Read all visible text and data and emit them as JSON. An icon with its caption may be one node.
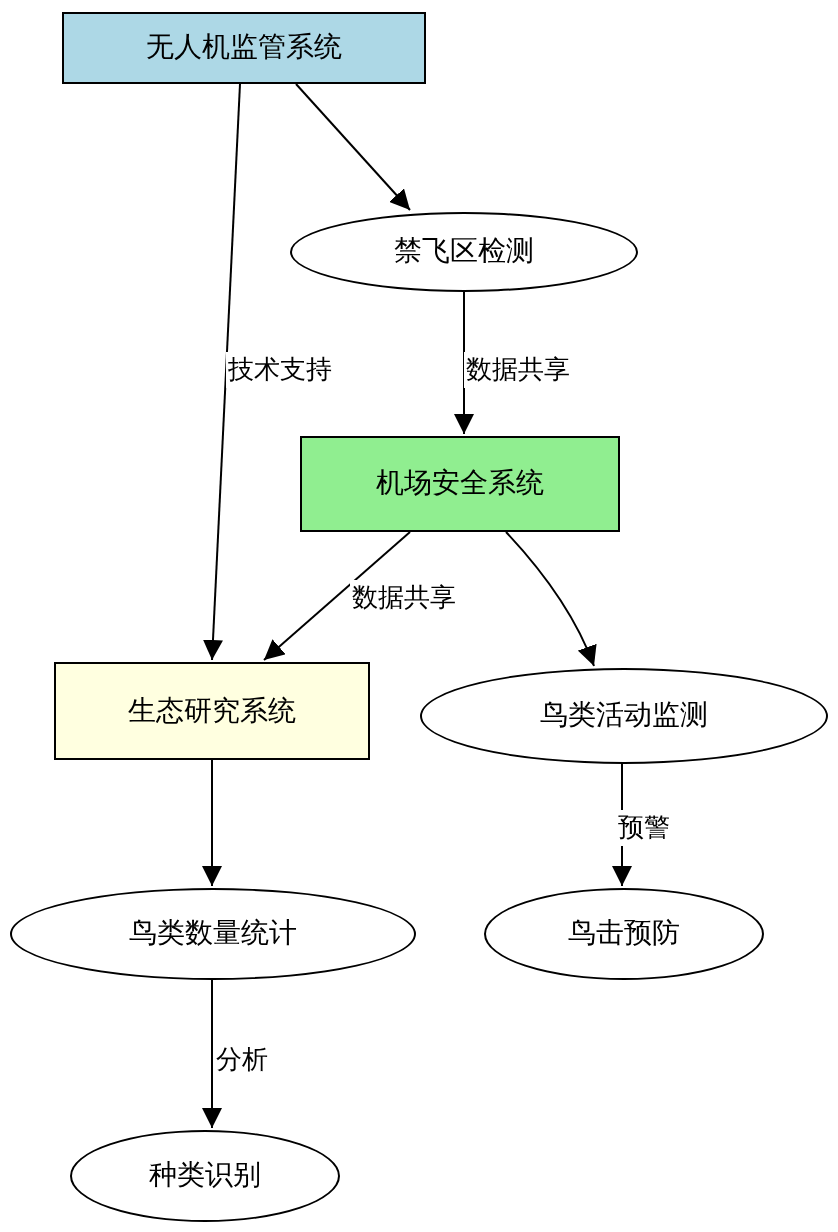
{
  "diagram": {
    "nodes": [
      {
        "text": [
          "无人机监管系统"
        ]
      },
      {
        "text": [
          "禁飞区检测"
        ]
      },
      {
        "text": [
          "机场安全系统"
        ]
      },
      {
        "text": [
          "生态研究系统"
        ]
      },
      {
        "text": [
          "鸟类活动监测"
        ]
      },
      {
        "text": [
          "鸟击预防"
        ]
      },
      {
        "text": [
          "鸟类数量统计"
        ]
      },
      {
        "text": [
          "种类识别"
        ]
      }
    ],
    "edges": [
      {
        "from": 0,
        "to": 1,
        "arrow": "to"
      },
      {
        "from": 0,
        "to": 3,
        "arrow": "to",
        "label": "技术支持"
      },
      {
        "from": 1,
        "to": 2,
        "arrow": "to",
        "label": "数据共享"
      },
      {
        "from": 2,
        "to": 3,
        "arrow": "to",
        "label": "数据共享"
      },
      {
        "from": 2,
        "to": 4,
        "arrow": "to"
      },
      {
        "from": 4,
        "to": 5,
        "arrow": "to",
        "label": "预警"
      },
      {
        "from": 3,
        "to": 6,
        "arrow": "to"
      },
      {
        "from": 6,
        "to": 7,
        "arrow": "to",
        "label": "分析"
      }
    ]
  }
}
